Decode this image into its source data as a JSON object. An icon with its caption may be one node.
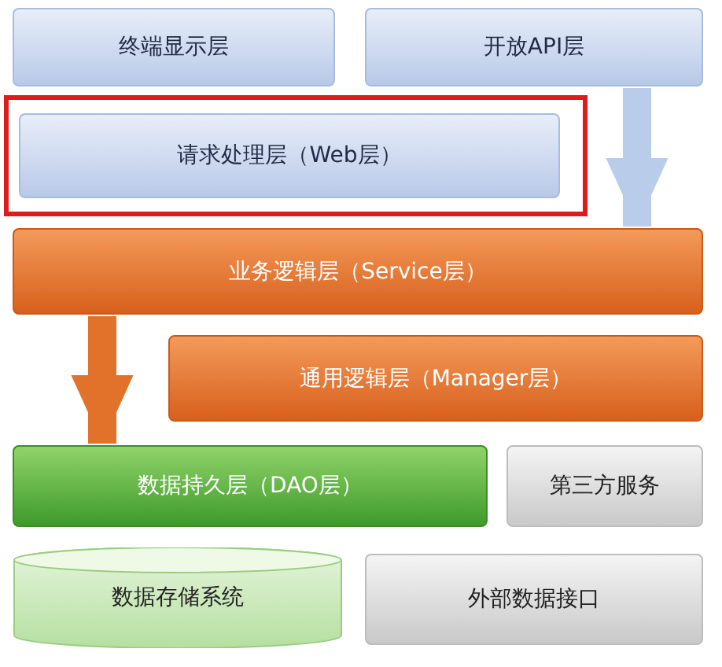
{
  "diagram": {
    "nodes": [
      {
        "text": [
          "终端显示层"
        ]
      },
      {
        "text": [
          "开放API层"
        ]
      },
      {
        "text": [
          "请求处理层（Web层）"
        ]
      },
      {
        "text": [
          "业务逻辑层（Service层）"
        ]
      },
      {
        "text": [
          "通用逻辑层（Manager层）"
        ]
      },
      {
        "text": [
          "数据持久层（DAO层）"
        ]
      },
      {
        "text": [
          "第三方服务"
        ]
      },
      {
        "text": [
          "数据存储系统"
        ]
      },
      {
        "text": [
          "外部数据接口"
        ]
      }
    ],
    "edges": [
      {
        "from": 1,
        "to": 3,
        "arrow": "to",
        "color": "#b9cdea"
      },
      {
        "from": 3,
        "to": 5,
        "arrow": "to",
        "color": "#e2712a"
      }
    ]
  }
}
